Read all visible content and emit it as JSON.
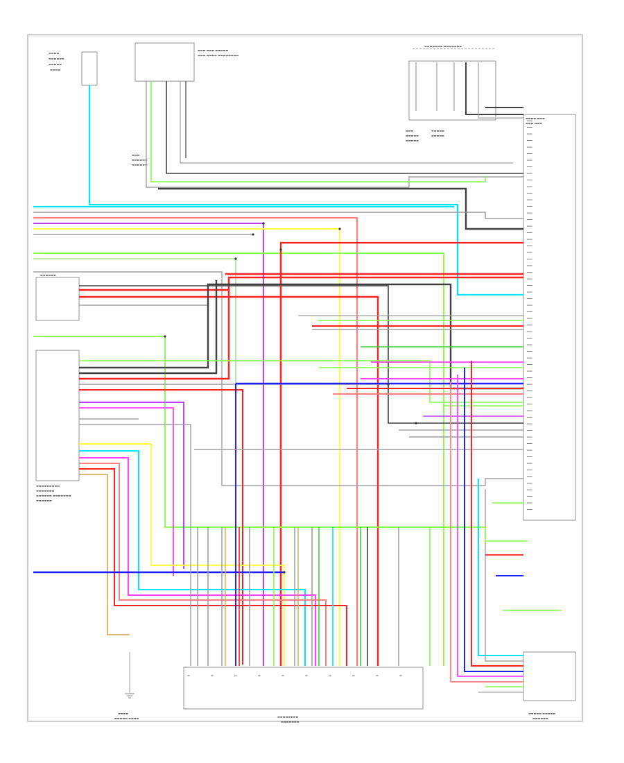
{
  "title": "",
  "page_id": "",
  "wire_colors": {
    "lt_blu": "#00e5ff",
    "red": "#ff2020",
    "pink": "#ff8080",
    "blue": "#2020ff",
    "yellow": "#ffff40",
    "lt_grn": "#80ff40",
    "grn": "#40d040",
    "gray": "#a0a0a0",
    "black": "#404040",
    "tan": "#d8b060",
    "violet": "#c040ff",
    "magenta": "#ff40ff",
    "white_grn": "#b0e0a0",
    "orange": "#ff9030"
  },
  "components": [
    {
      "id": "top-left-sensor",
      "label": "",
      "shape": "connector"
    },
    {
      "id": "top-center-module",
      "label": "",
      "shape": "module"
    },
    {
      "id": "top-right-relay",
      "label": "",
      "shape": "relay-group"
    },
    {
      "id": "left-mid-module",
      "label": "",
      "shape": "module"
    },
    {
      "id": "left-lower-module",
      "label": "",
      "shape": "module"
    },
    {
      "id": "bottom-center-module",
      "label": "",
      "shape": "module"
    },
    {
      "id": "right-main-module",
      "label": "",
      "shape": "module"
    },
    {
      "id": "right-lower-module",
      "label": "",
      "shape": "module"
    },
    {
      "id": "bottom-left-ground",
      "label": "",
      "shape": "ground"
    }
  ]
}
